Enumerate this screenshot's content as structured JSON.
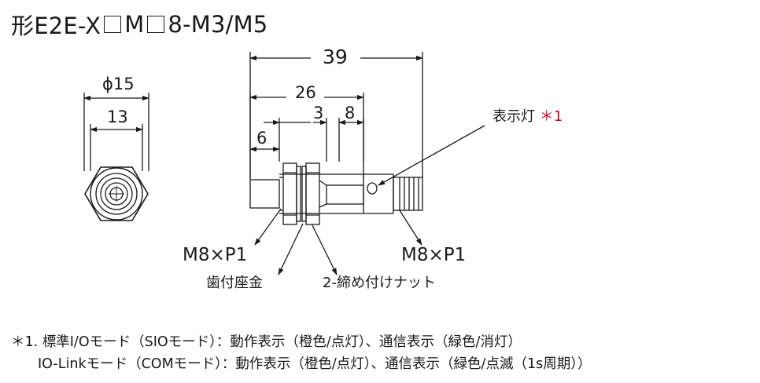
{
  "title": {
    "part1": "形E2E-X",
    "part2": "M",
    "part3": "8-M3/M5"
  },
  "dimensions": {
    "diameter": "ϕ15",
    "across_flats": "13",
    "overall_length": "39",
    "thread_length": "26",
    "nut_to_indicator": "3",
    "indicator_width": "8",
    "sensing_face": "6"
  },
  "labels": {
    "indicator": "表示灯",
    "indicator_mark": "＊1",
    "thread_left": "M8×P1",
    "thread_right": "M8×P1",
    "washer": "歯付座金",
    "nut": "2-締め付けナット"
  },
  "notes": {
    "line1": "＊1. 標準I/Oモード（SIOモード）：動作表示（橙色/点灯）、通信表示（緑色/消灯）",
    "line2": "IO-Linkモード（COMモード）：動作表示（橙色/点灯）、通信表示（緑色/点滅（1s周期））"
  },
  "colors": {
    "line": "#1a1a1a",
    "accent": "#d6001c"
  }
}
